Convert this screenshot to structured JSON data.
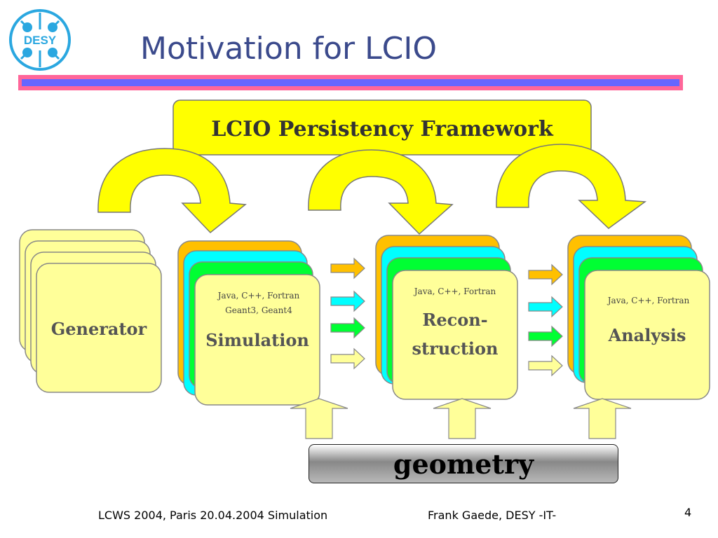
{
  "slide": {
    "title": "Motivation for LCIO",
    "logo_text": "DESY",
    "page_number": "4"
  },
  "footer": {
    "left": "LCWS 2004, Paris 20.04.2004 Simulation",
    "right": "Frank Gaede, DESY -IT-"
  },
  "framework": {
    "label": "LCIO Persistency Framework"
  },
  "stages": {
    "generator": {
      "name": "Generator"
    },
    "simulation": {
      "langs": "Java, C++, Fortran",
      "sub": "Geant3, Geant4",
      "name": "Simulation"
    },
    "reconstruction": {
      "langs": "Java, C++, Fortran",
      "name_line1": "Recon-",
      "name_line2": "struction"
    },
    "analysis": {
      "langs": "Java, C++, Fortran",
      "name": "Analysis"
    }
  },
  "geometry": {
    "label": "geometry"
  },
  "colors": {
    "title": "#3b4a8c",
    "yellow": "#ffff00",
    "box_fill": "#ffff99",
    "orange": "#ffc000",
    "cyan": "#00ffff",
    "green": "#00ff33",
    "bar_pink": "#ff6699",
    "bar_blue": "#6666ff"
  }
}
